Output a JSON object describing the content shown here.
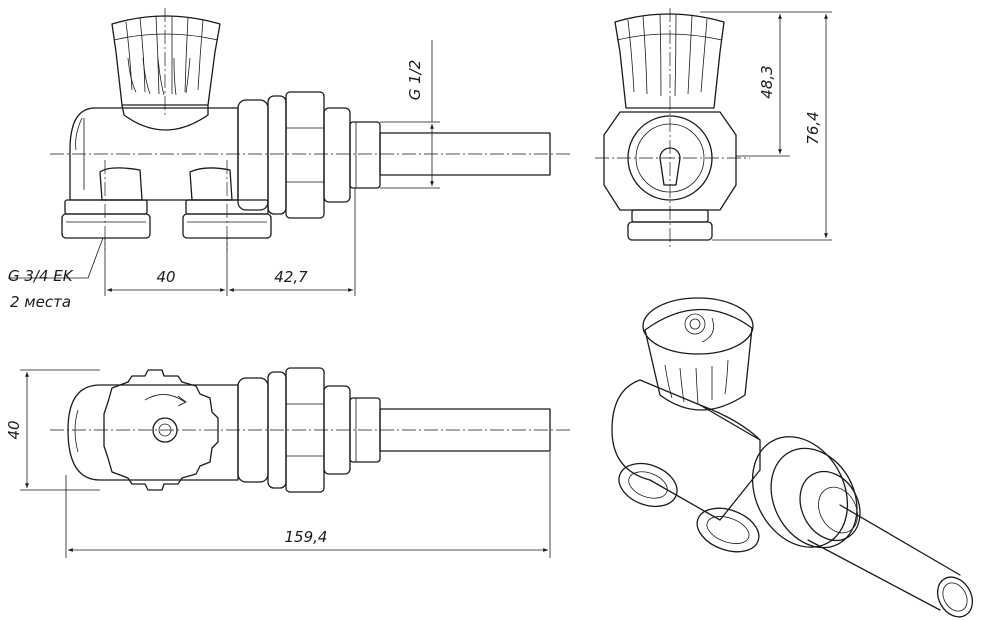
{
  "dimensions": {
    "thread_outlet": "G 1/2",
    "thread_inlet": "G 3/4 EK",
    "inlet_count": "2 места",
    "connection_spacing": "40",
    "outlet_offset": "42,7",
    "handle_height": "48,3",
    "total_height": "76,4",
    "body_width": "40",
    "total_length": "159,4"
  }
}
